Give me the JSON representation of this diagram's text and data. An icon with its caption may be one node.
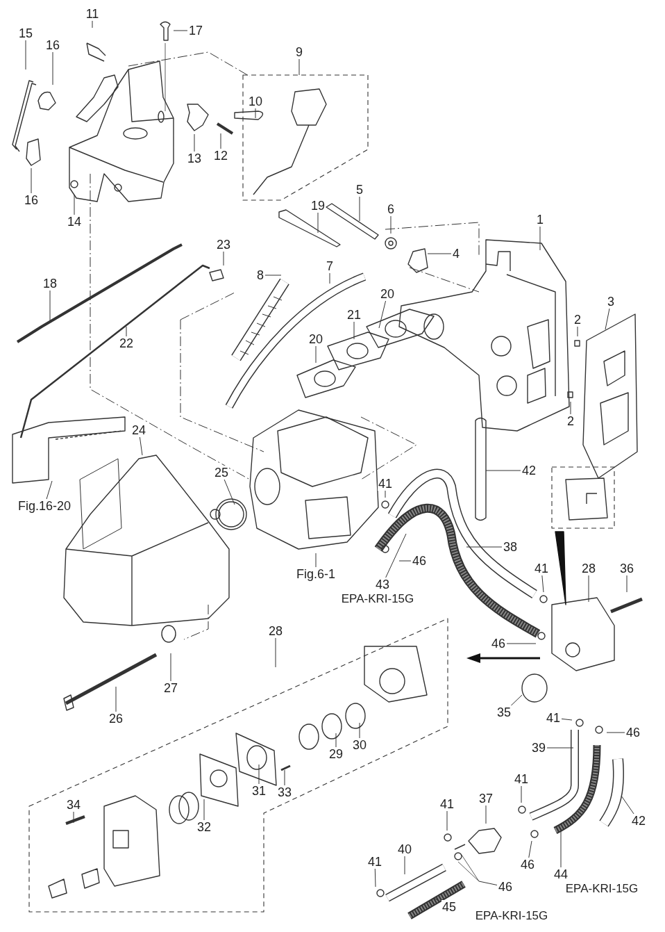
{
  "diagram": {
    "nodes": [
      {
        "text": [
          "11"
        ]
      },
      {
        "text": [
          "17"
        ]
      },
      {
        "text": [
          "15"
        ]
      },
      {
        "text": [
          "16"
        ]
      },
      {
        "text": [
          "9"
        ]
      },
      {
        "text": [
          "10"
        ]
      },
      {
        "text": [
          "13"
        ]
      },
      {
        "text": [
          "12"
        ]
      },
      {
        "text": [
          "16"
        ]
      },
      {
        "text": [
          "19"
        ]
      },
      {
        "text": [
          "5"
        ]
      },
      {
        "text": [
          "6"
        ]
      },
      {
        "text": [
          "1"
        ]
      },
      {
        "text": [
          "14"
        ]
      },
      {
        "text": [
          "23"
        ]
      },
      {
        "text": [
          "4"
        ]
      },
      {
        "text": [
          "8"
        ]
      },
      {
        "text": [
          "7"
        ]
      },
      {
        "text": [
          "18"
        ]
      },
      {
        "text": [
          "20"
        ]
      },
      {
        "text": [
          "3"
        ]
      },
      {
        "text": [
          "21"
        ]
      },
      {
        "text": [
          "2"
        ]
      },
      {
        "text": [
          "20"
        ]
      },
      {
        "text": [
          "22"
        ]
      },
      {
        "text": [
          "2"
        ]
      },
      {
        "text": [
          "24"
        ]
      },
      {
        "text": [
          "42"
        ]
      },
      {
        "text": [
          "25"
        ]
      },
      {
        "text": [
          "41"
        ]
      },
      {
        "text": [
          "Fig.16-20"
        ]
      },
      {
        "text": [
          "38"
        ]
      },
      {
        "text": [
          "46"
        ]
      },
      {
        "text": [
          "Fig.6-1"
        ]
      },
      {
        "text": [
          "43"
        ],
        "beside": [
          "EPA-KRI-15G"
        ]
      },
      {
        "text": [
          "41"
        ]
      },
      {
        "text": [
          "28"
        ]
      },
      {
        "text": [
          "36"
        ]
      },
      {
        "text": [
          "28"
        ]
      },
      {
        "text": [
          "46"
        ]
      },
      {
        "text": [
          "27"
        ]
      },
      {
        "text": [
          "26"
        ]
      },
      {
        "text": [
          "35"
        ]
      },
      {
        "text": [
          "41"
        ]
      },
      {
        "text": [
          "46"
        ]
      },
      {
        "text": [
          "39"
        ]
      },
      {
        "text": [
          "29"
        ]
      },
      {
        "text": [
          "30"
        ]
      },
      {
        "text": [
          "33"
        ]
      },
      {
        "text": [
          "31"
        ]
      },
      {
        "text": [
          "34"
        ]
      },
      {
        "text": [
          "32"
        ]
      },
      {
        "text": [
          "41"
        ]
      },
      {
        "text": [
          "37"
        ]
      },
      {
        "text": [
          "42"
        ]
      },
      {
        "text": [
          "41"
        ]
      },
      {
        "text": [
          "40"
        ]
      },
      {
        "text": [
          "41"
        ]
      },
      {
        "text": [
          "46"
        ]
      },
      {
        "text": [
          "46"
        ]
      },
      {
        "text": [
          "44"
        ],
        "beside": [
          "EPA-KRI-15G"
        ]
      },
      {
        "text": [
          "45"
        ],
        "beside": [
          "EPA-KRI-15G"
        ]
      }
    ],
    "edges": [
      {
        "from": 0,
        "to": null,
        "arrow": "none"
      },
      {
        "from": 1,
        "to": null,
        "arrow": "none"
      },
      {
        "from": 2,
        "to": null,
        "arrow": "none"
      },
      {
        "from": 3,
        "to": null,
        "arrow": "none"
      },
      {
        "from": 4,
        "to": null,
        "arrow": "none"
      },
      {
        "from": 5,
        "to": null,
        "arrow": "none"
      },
      {
        "from": 6,
        "to": null,
        "arrow": "none"
      },
      {
        "from": 7,
        "to": null,
        "arrow": "none"
      },
      {
        "from": 8,
        "to": null,
        "arrow": "none"
      },
      {
        "from": 9,
        "to": null,
        "arrow": "none"
      },
      {
        "from": 10,
        "to": null,
        "arrow": "none"
      },
      {
        "from": 11,
        "to": null,
        "arrow": "none"
      },
      {
        "from": 12,
        "to": null,
        "arrow": "none"
      },
      {
        "from": 13,
        "to": null,
        "arrow": "none"
      },
      {
        "from": 14,
        "to": null,
        "arrow": "none"
      },
      {
        "from": 15,
        "to": null,
        "arrow": "none"
      },
      {
        "from": 16,
        "to": null,
        "arrow": "none"
      },
      {
        "from": 17,
        "to": null,
        "arrow": "none"
      },
      {
        "from": 18,
        "to": null,
        "arrow": "none"
      },
      {
        "from": 19,
        "to": null,
        "arrow": "none"
      },
      {
        "from": 20,
        "to": null,
        "arrow": "none"
      },
      {
        "from": 21,
        "to": null,
        "arrow": "none"
      },
      {
        "from": 22,
        "to": null,
        "arrow": "none"
      },
      {
        "from": 23,
        "to": null,
        "arrow": "none"
      },
      {
        "from": 24,
        "to": null,
        "arrow": "none"
      },
      {
        "from": 25,
        "to": null,
        "arrow": "none"
      },
      {
        "from": 26,
        "to": null,
        "arrow": "none"
      },
      {
        "from": 27,
        "to": null,
        "arrow": "none"
      },
      {
        "from": 28,
        "to": null,
        "arrow": "none"
      },
      {
        "from": 29,
        "to": null,
        "arrow": "none"
      },
      {
        "from": 30,
        "to": null,
        "arrow": "none"
      },
      {
        "from": 31,
        "to": null,
        "arrow": "none"
      },
      {
        "from": 32,
        "to": null,
        "arrow": "none"
      },
      {
        "from": 33,
        "to": null,
        "arrow": "none"
      },
      {
        "from": 34,
        "to": null,
        "arrow": "none"
      },
      {
        "from": 35,
        "to": null,
        "arrow": "none"
      },
      {
        "from": 36,
        "to": null,
        "arrow": "none"
      },
      {
        "from": 37,
        "to": null,
        "arrow": "none"
      },
      {
        "from": 38,
        "to": null,
        "arrow": "none"
      },
      {
        "from": 39,
        "to": null,
        "arrow": "none"
      },
      {
        "from": 40,
        "to": null,
        "arrow": "none"
      },
      {
        "from": 41,
        "to": null,
        "arrow": "none"
      },
      {
        "from": 42,
        "to": null,
        "arrow": "none"
      },
      {
        "from": 43,
        "to": null,
        "arrow": "none"
      },
      {
        "from": 44,
        "to": null,
        "arrow": "none"
      },
      {
        "from": 45,
        "to": null,
        "arrow": "none"
      },
      {
        "from": 46,
        "to": null,
        "arrow": "none"
      },
      {
        "from": 47,
        "to": null,
        "arrow": "none"
      },
      {
        "from": 48,
        "to": null,
        "arrow": "none"
      },
      {
        "from": 49,
        "to": null,
        "arrow": "none"
      },
      {
        "from": 50,
        "to": null,
        "arrow": "none"
      },
      {
        "from": 51,
        "to": null,
        "arrow": "none"
      },
      {
        "from": 52,
        "to": null,
        "arrow": "none"
      },
      {
        "from": 53,
        "to": null,
        "arrow": "none"
      },
      {
        "from": 54,
        "to": null,
        "arrow": "none"
      },
      {
        "from": 55,
        "to": null,
        "arrow": "none"
      },
      {
        "from": 56,
        "to": null,
        "arrow": "none"
      },
      {
        "from": 57,
        "to": null,
        "arrow": "none"
      },
      {
        "from": 58,
        "to": null,
        "arrow": "none"
      },
      {
        "from": 59,
        "to": null,
        "arrow": "none"
      },
      {
        "from": 60,
        "to": null,
        "arrow": "none"
      },
      {
        "from": 61,
        "to": null,
        "arrow": "none"
      }
    ]
  }
}
